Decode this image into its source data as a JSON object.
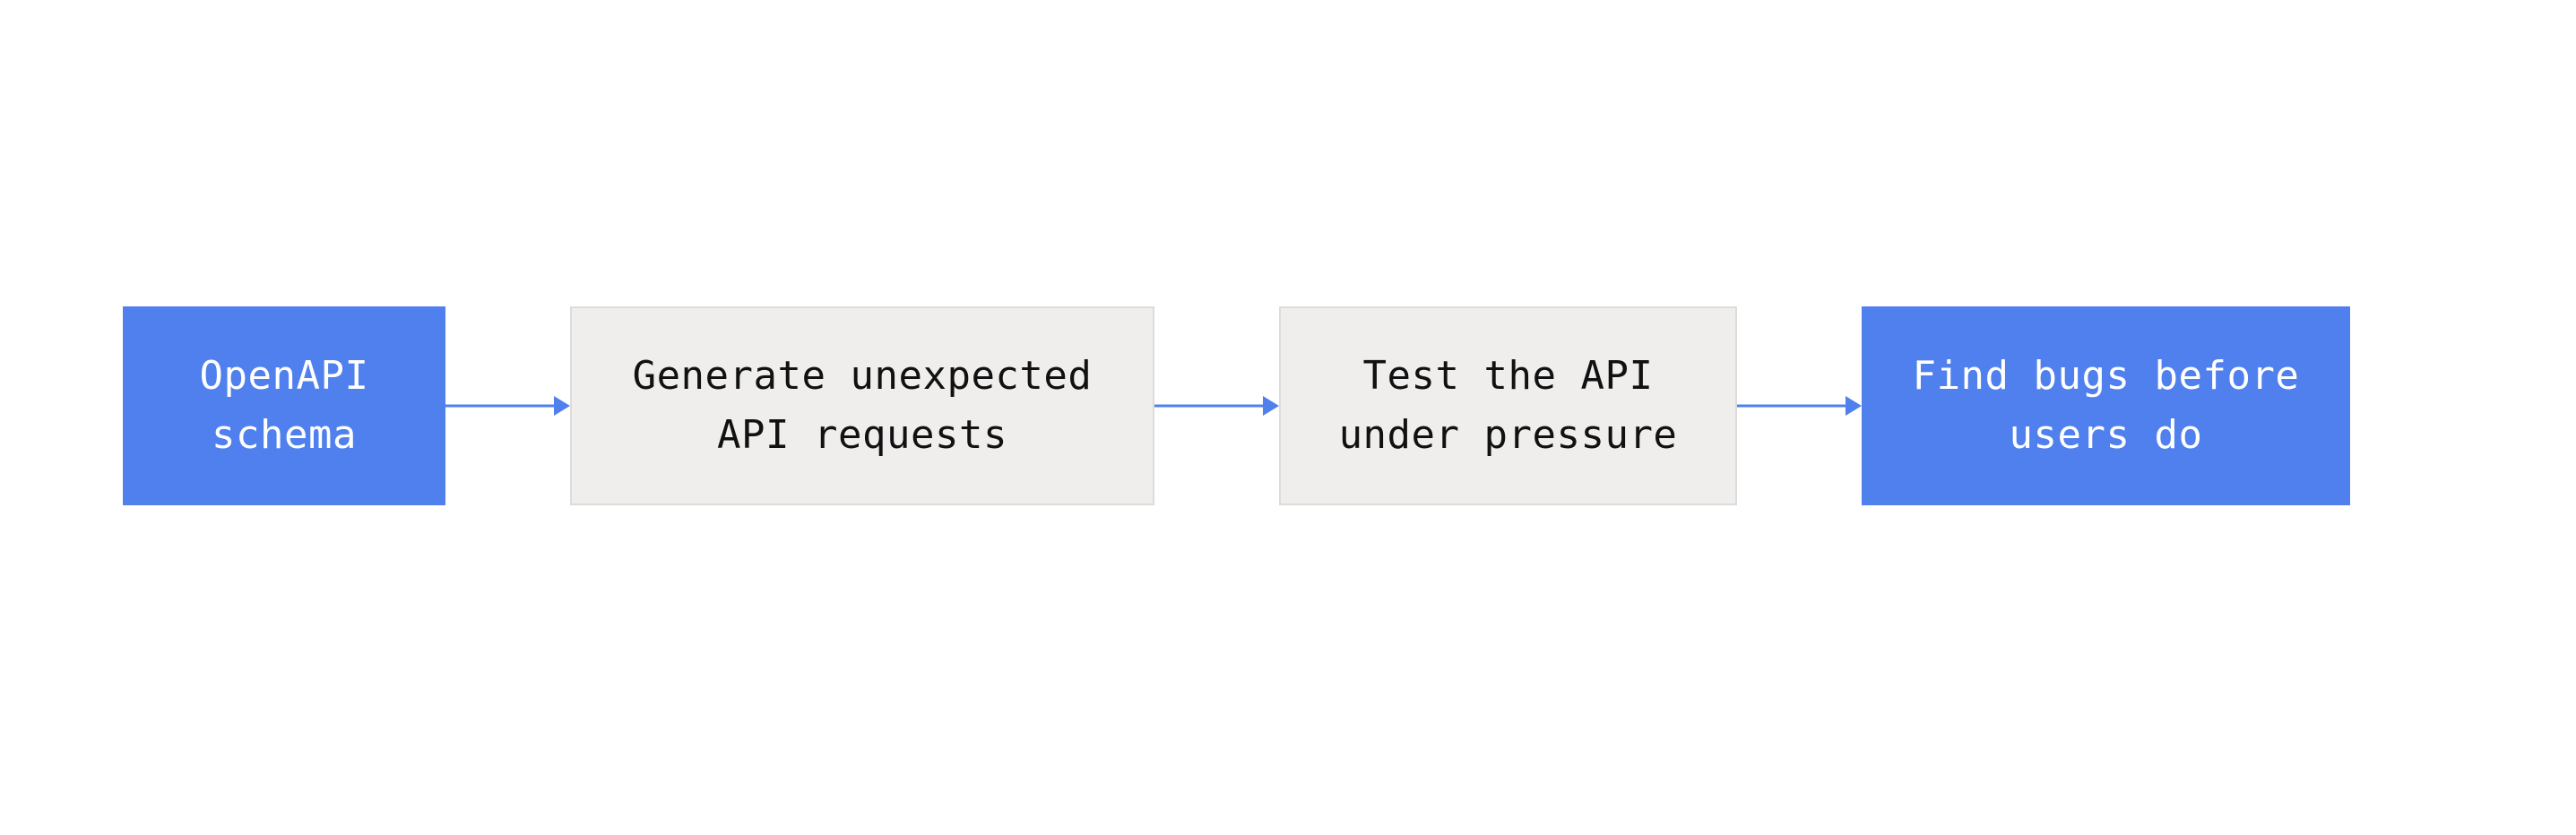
{
  "diagram": {
    "accent_color": "#4f80ee",
    "step_fill_color": "#efeeed",
    "nodes": [
      {
        "id": "openapi-schema",
        "lines": [
          "OpenAPI",
          "schema"
        ],
        "style": "blue"
      },
      {
        "id": "generate-requests",
        "lines": [
          "Generate unexpected",
          "API requests"
        ],
        "style": "gray"
      },
      {
        "id": "test-api",
        "lines": [
          "Test the API",
          "under pressure"
        ],
        "style": "gray"
      },
      {
        "id": "find-bugs",
        "lines": [
          "Find bugs before",
          "users do"
        ],
        "style": "blue"
      }
    ],
    "edges": [
      {
        "from": "openapi-schema",
        "to": "generate-requests"
      },
      {
        "from": "generate-requests",
        "to": "test-api"
      },
      {
        "from": "test-api",
        "to": "find-bugs"
      }
    ]
  }
}
